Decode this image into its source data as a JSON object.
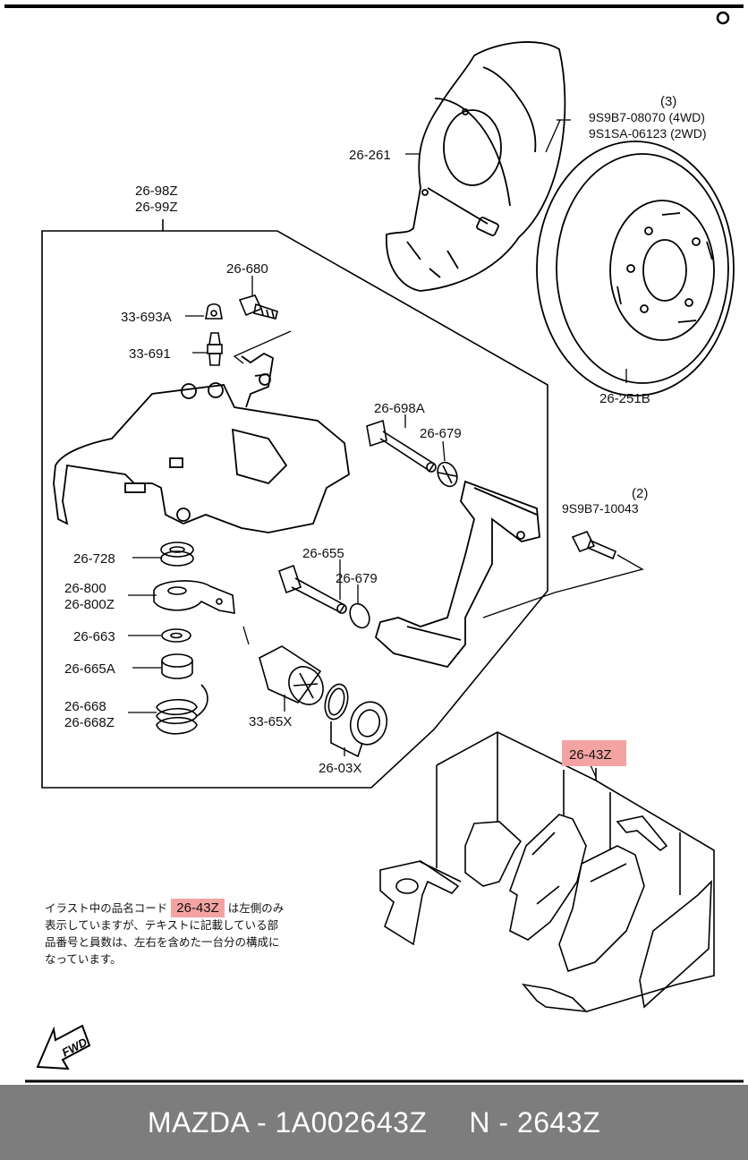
{
  "labels": {
    "shield": "26-261",
    "rotor_top_qty": "(3)",
    "rotor_bolt_4wd": "9S9B7-08070 (4WD)",
    "rotor_bolt_2wd": "9S1SA-06123 (2WD)",
    "caliper_a": "26-98Z",
    "caliper_b": "26-99Z",
    "bolt_680": "26-680",
    "cap_693a": "33-693A",
    "bleeder_691": "33-691",
    "rotor": "26-251B",
    "pin_698a": "26-698A",
    "boot_679_a": "26-679",
    "bolt_qty": "(2)",
    "bolt_10043": "9S9B7-10043",
    "washer_728": "26-728",
    "plate_800": "26-800",
    "plate_800z": "26-800Z",
    "washer_663": "26-663",
    "nut_665a": "26-665A",
    "spring_668": "26-668",
    "spring_668z": "26-668Z",
    "pin_655": "26-655",
    "boot_679_b": "26-679",
    "piston": "33-65X",
    "seal_kit": "26-03X",
    "pads": "26-43Z"
  },
  "note": {
    "prefix": "イラスト中の品名コード",
    "highlight": "26-43Z",
    "line1_suffix": "は左側のみ",
    "line2": "表示していますが、テキストに記載している部",
    "line3": "品番号と員数は、左右を含めた一台分の構成に",
    "line4": "なっています。"
  },
  "fwd_label": "FWD",
  "footer": {
    "text": "MAZDA - 1A002643Z     N - 2643Z"
  },
  "colors": {
    "highlight": "#f4a3a3",
    "footer_bg": "#7d7d7d"
  }
}
